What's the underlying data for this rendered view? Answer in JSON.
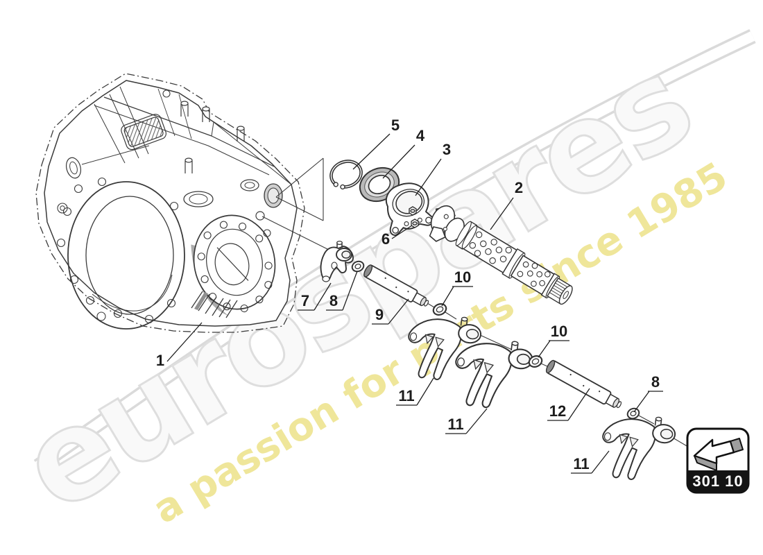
{
  "watermark": {
    "brand": "eurospares",
    "tagline": "a passion for parts since 1985"
  },
  "colors": {
    "tagline": "#efe69a",
    "brand_fill": "#f9f9f9",
    "brand_outline": "#dedede",
    "line_art": "#333333",
    "code_band": "#141414",
    "icon_gray": "#9e9e9e"
  },
  "part_code": "301 10",
  "callouts": [
    {
      "label": "1"
    },
    {
      "label": "2"
    },
    {
      "label": "3"
    },
    {
      "label": "4"
    },
    {
      "label": "5"
    },
    {
      "label": "6"
    },
    {
      "label": "7"
    },
    {
      "label": "8"
    },
    {
      "label": "9"
    },
    {
      "label": "10"
    },
    {
      "label": "11"
    },
    {
      "label": "12"
    },
    {
      "label": "10"
    },
    {
      "label": "11"
    },
    {
      "label": "11"
    },
    {
      "label": "8"
    }
  ]
}
